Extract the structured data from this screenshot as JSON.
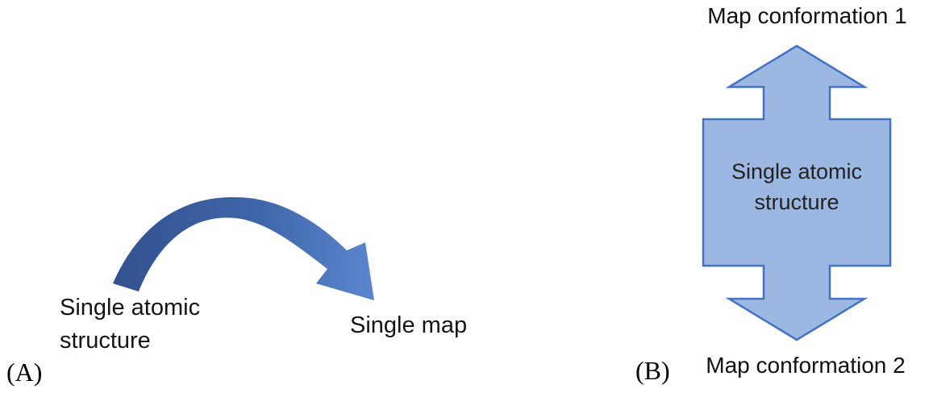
{
  "figure": {
    "background": "#ffffff"
  },
  "panel_a": {
    "label": "(A)",
    "source_line1": "Single atomic",
    "source_line2": "structure",
    "target": "Single map",
    "arrow_color_start": "#33518f",
    "arrow_color_mid": "#3f66aa",
    "arrow_color_end": "#5b86ce"
  },
  "panel_b": {
    "label": "(B)",
    "top_label": "Map conformation 1",
    "center_line1": "Single atomic",
    "center_line2": "structure",
    "bottom_label": "Map conformation 2",
    "shape_fill": "#9cb8e2",
    "shape_stroke": "#4472c4"
  }
}
